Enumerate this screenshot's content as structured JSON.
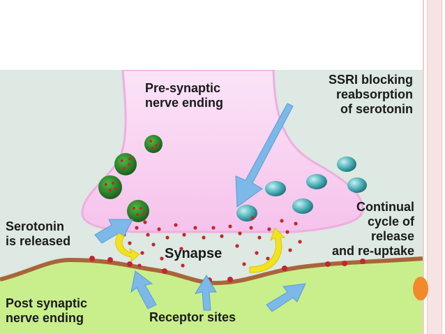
{
  "diagram": {
    "labels": {
      "pre_synaptic": [
        "Pre-synaptic",
        "nerve ending"
      ],
      "ssri": [
        "SSRI blocking",
        "reabsorption",
        "of serotonin"
      ],
      "released": [
        "Serotonin",
        "is released"
      ],
      "synapse": "Synapse",
      "cycle": [
        "Continual",
        "cycle of",
        "release",
        "and re-uptake"
      ],
      "post_synaptic": [
        "Post synaptic",
        "nerve ending"
      ],
      "receptor": "Receptor sites"
    },
    "colors": {
      "background": "#dde9e2",
      "neuron_pink": "#f7c8ef",
      "neuron_edge": "#eeaee0",
      "post_green": "#c9ef8c",
      "membrane_brown": "#a9653a",
      "arrow_blue": "#7cb8e8",
      "arrow_yellow": "#f3e21e",
      "serotonin_dot": "#c0282d",
      "vesicle_green": "#2e8a2a",
      "reuptake_teal": "#4fb3ba",
      "accent_orange": "#f28a2a"
    }
  }
}
